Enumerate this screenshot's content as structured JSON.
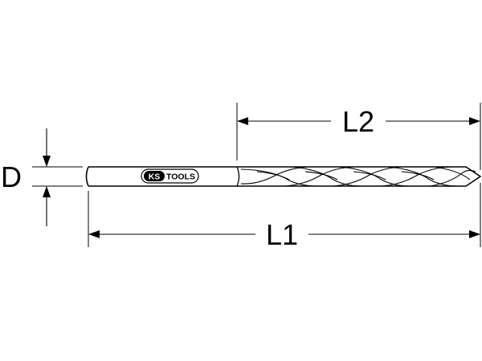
{
  "diagram": {
    "dimensions": {
      "diameter": "D",
      "overall_length": "L1",
      "flute_length": "L2"
    },
    "logo": {
      "brand_ks": "KS",
      "brand_tools": "TOOLS"
    },
    "colors": {
      "line": "#000000",
      "background": "#ffffff"
    }
  }
}
